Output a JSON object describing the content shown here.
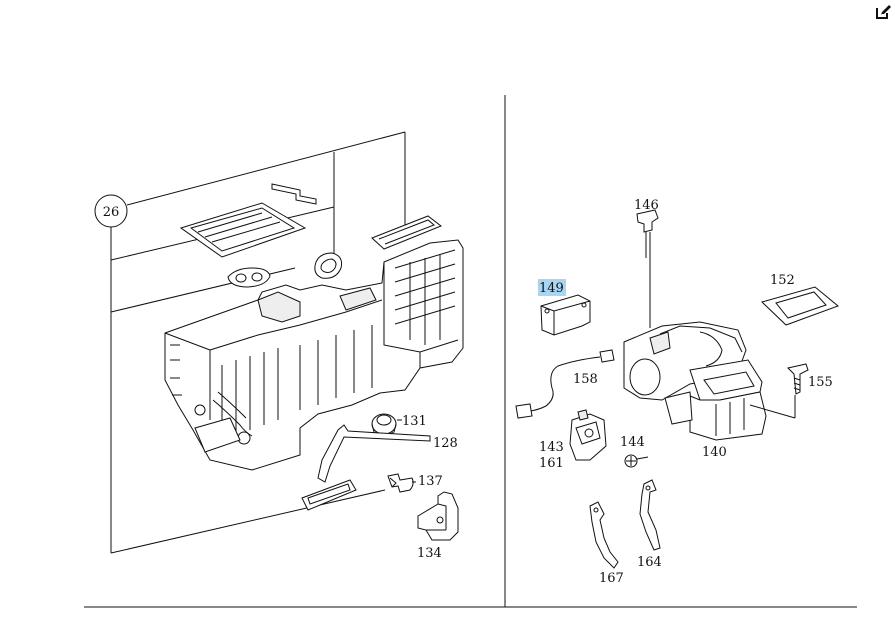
{
  "toolbar": {
    "edit_icon": "edit-icon"
  },
  "callouts": {
    "c26": "26",
    "c128": "128",
    "c131": "131",
    "c134": "134",
    "c137": "137",
    "c140": "140",
    "c143": "143",
    "c144": "144",
    "c146": "146",
    "c149": "149",
    "c152": "152",
    "c155": "155",
    "c158": "158",
    "c161": "161",
    "c164": "164",
    "c167": "167"
  },
  "highlight": {
    "part": "149",
    "color": "#a9d5f2"
  }
}
